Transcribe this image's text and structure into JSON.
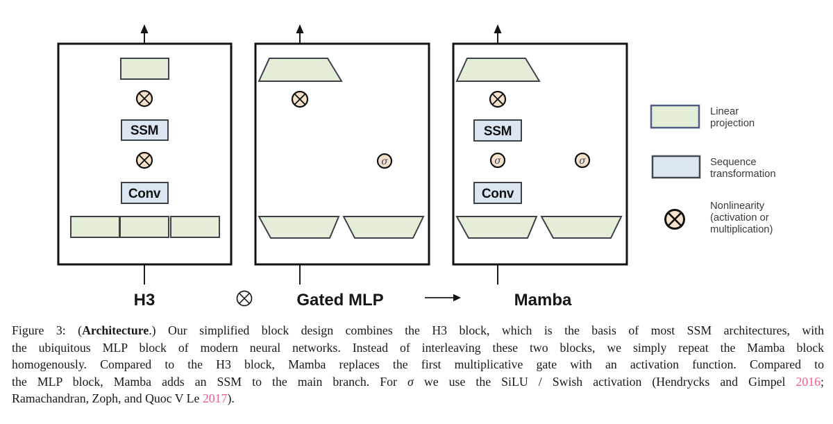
{
  "figure": {
    "blocks": [
      {
        "label": "H3"
      },
      {
        "label": "Gated MLP"
      },
      {
        "label": "Mamba"
      }
    ],
    "combine_operator": "⊗",
    "ssm_label": "SSM",
    "conv_label": "Conv",
    "sigma": "σ",
    "legend": {
      "linear": {
        "line1": "Linear",
        "line2": "projection"
      },
      "sequence": {
        "line1": "Sequence",
        "line2": "transformation"
      },
      "nonlinearity": {
        "line1": "Nonlinearity",
        "line2": "(activation or",
        "line3": "multiplication)"
      }
    },
    "colors": {
      "linear_projection_fill": "#e3edd8",
      "sequence_transformation_fill": "#dce6f2",
      "nonlinearity_fill": "#f6e2cb",
      "citation_pink": "#ed5f8e"
    }
  },
  "caption": {
    "line1_pre": "Figure 3: (",
    "line1_bold": "Architecture",
    "line1_post": ".) Our simplified block design combines the H3 block, which is the basis of most SSM architectures, with",
    "line2": "the ubiquitous MLP block of modern neural networks. Instead of interleaving these two blocks, we simply repeat the Mamba block",
    "line3": "homogenously. Compared to the H3 block, Mamba replaces the first multiplicative gate with an activation function. Compared to",
    "line4_pre": "the MLP block, Mamba adds an SSM to the main branch. For ",
    "line4_sigma": "σ",
    "line4_mid": " we use the SiLU / Swish activation (Hendrycks and Gimpel ",
    "line4_year": "2016",
    "line4_sep": ";",
    "line5_pre": "Ramachandran, Zoph, and Quoc V Le ",
    "line5_year": "2017",
    "line5_post": ")."
  }
}
